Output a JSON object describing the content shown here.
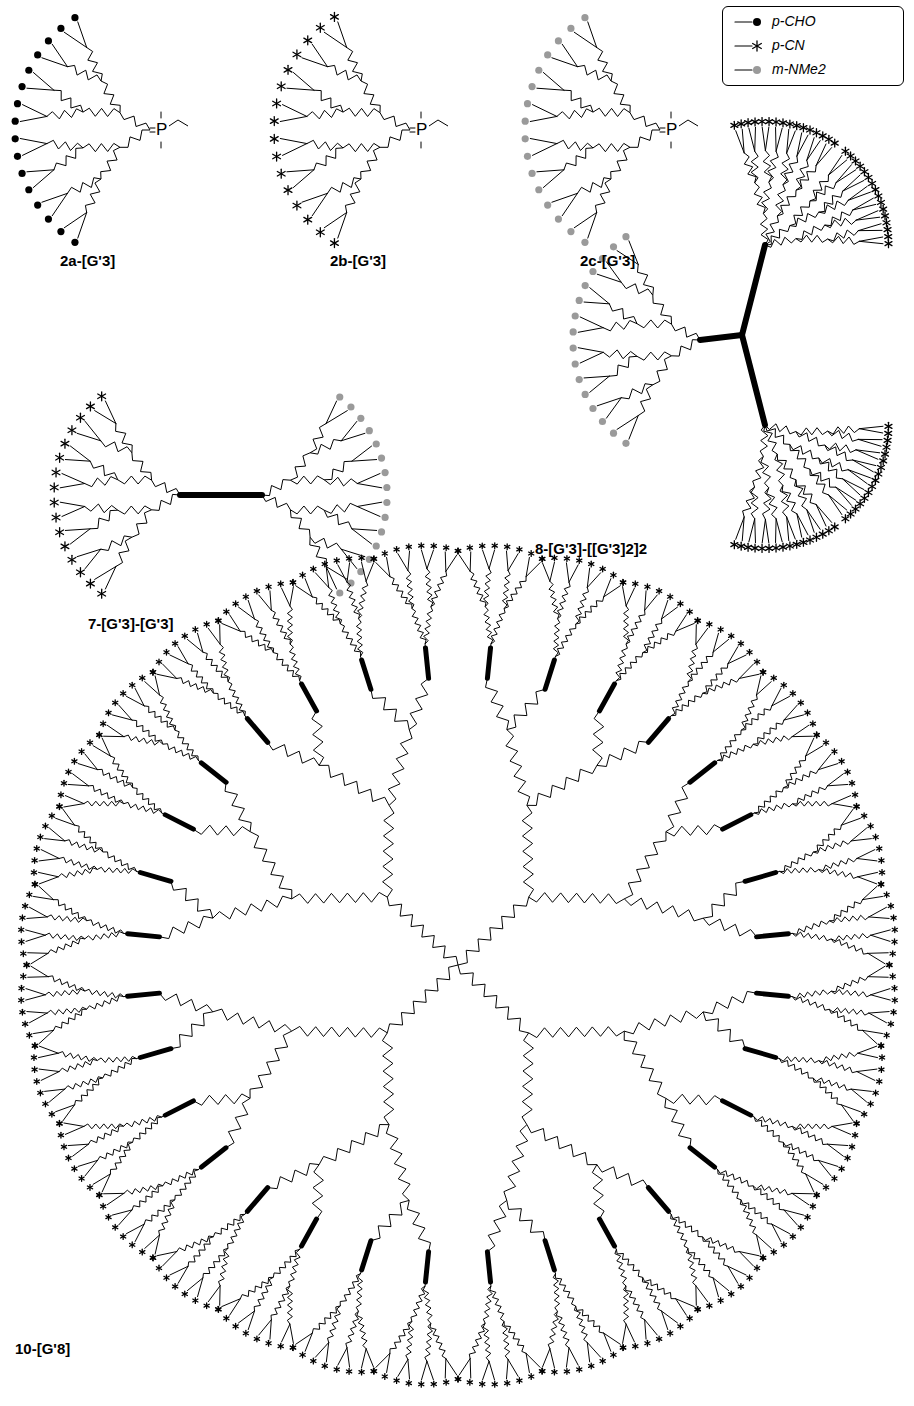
{
  "diagram": {
    "labels": [
      "2a-[G'3]",
      "P",
      "2b-[G'3]",
      "P",
      "2c-[G'3]",
      "P",
      "7-[G'3]-[G'3]",
      "8-[G'3]-[[G'3]2]2",
      "10-[G'8]"
    ],
    "legend": [
      {
        "text": "p-CHO"
      },
      {
        "text": "p-CN"
      },
      {
        "text": "m-NMe2"
      }
    ]
  }
}
